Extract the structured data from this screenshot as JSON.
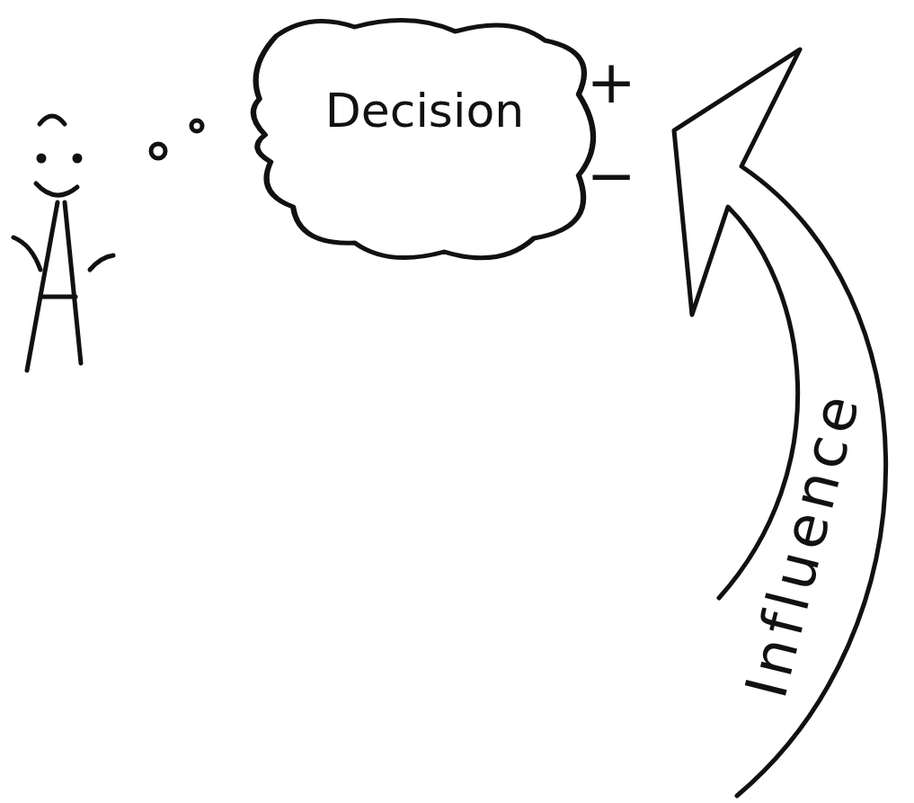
{
  "diagram": {
    "nodes": [
      {
        "text": [
          "Decision"
        ]
      }
    ],
    "labels": [
      "+",
      "−",
      "Influence"
    ]
  }
}
